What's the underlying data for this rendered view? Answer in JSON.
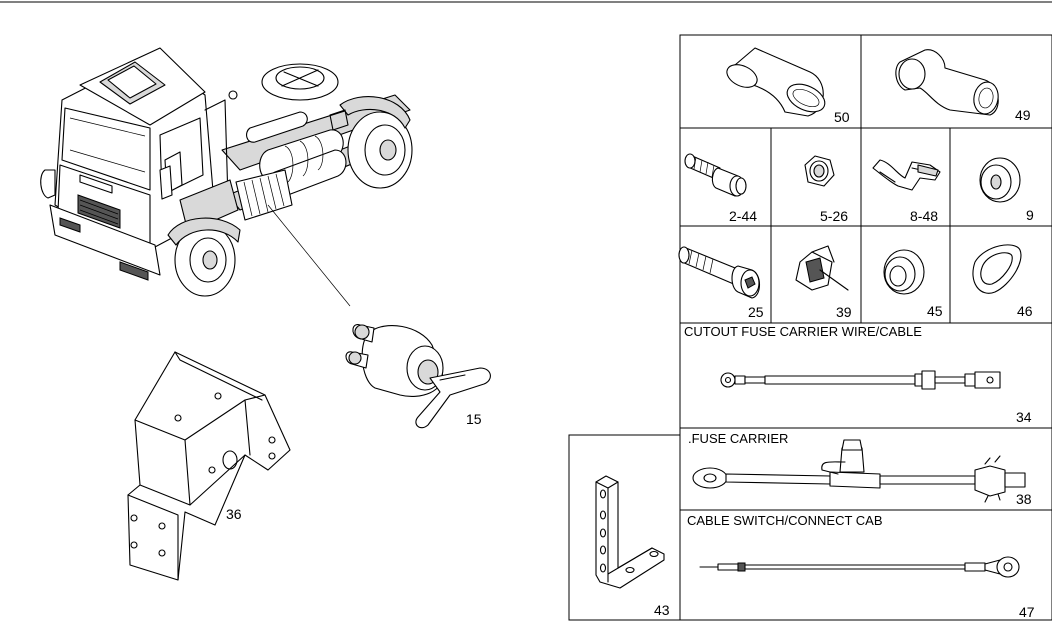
{
  "labels": {
    "p15": "15",
    "p36": "36",
    "p43": "43",
    "p50": "50",
    "p49": "49",
    "p2_44": "2-44",
    "p5_26": "5-26",
    "p8_48": "8-48",
    "p9": "9",
    "p25": "25",
    "p39": "39",
    "p45": "45",
    "p46": "46",
    "p34": "34",
    "p38": "38",
    "p47": "47"
  },
  "captions": {
    "c34": "CUTOUT FUSE CARRIER WIRE/CABLE",
    "c38": ".FUSE CARRIER",
    "c47": "CABLE SWITCH/CONNECT CAB"
  },
  "icons": [
    "truck-illustration",
    "battery-switch",
    "mounting-bracket",
    "angle-bracket",
    "hose-sleeve",
    "elbow-sleeve",
    "bolt",
    "nut",
    "clip",
    "grommet",
    "screw",
    "clamp",
    "fuse-cable",
    "switch-cable"
  ]
}
